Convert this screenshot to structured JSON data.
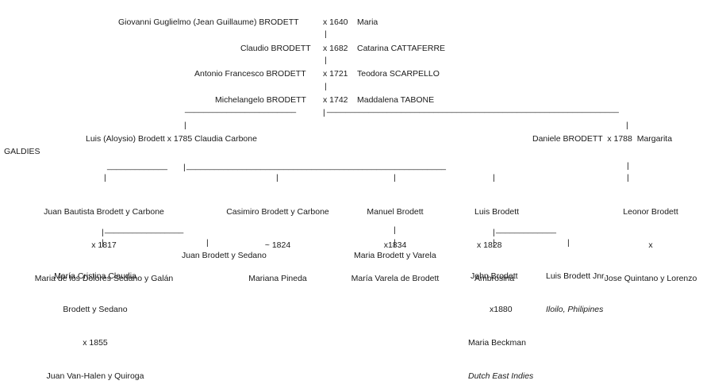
{
  "gen1": {
    "name": "Giovanni Guglielmo (Jean Guillaume) BRODETT",
    "marriage": "x 1640",
    "spouse": "Maria"
  },
  "gen2": {
    "name": "Claudio BRODETT",
    "marriage": "x 1682",
    "spouse": "Catarina CATTAFERRE"
  },
  "gen3": {
    "name": "Antonio Francesco BRODETT",
    "marriage": "x 1721",
    "spouse": "Teodora SCARPELLO"
  },
  "gen4": {
    "name": "Michelangelo BRODETT",
    "marriage": "x 1742",
    "spouse": "Maddalena TABONE"
  },
  "gen5": {
    "luis": {
      "text": "Luis (Aloysio) Brodett x 1785 Claudia Carbone",
      "cont": "GALDIES"
    },
    "daniele": {
      "text": "Daniele BRODETT  x 1788  Margarita"
    }
  },
  "gen6": [
    {
      "lines": [
        "Juan Bautista Brodett y Carbone",
        "x 1817",
        "Maria de los Dolores Sedano y Galán"
      ]
    },
    {
      "lines": [
        "Casimiro Brodett y Carbone",
        "~ 1824",
        "Mariana Pineda"
      ]
    },
    {
      "lines": [
        "Manuel Brodett",
        "x1834",
        "María Varela de Brodett"
      ]
    },
    {
      "lines": [
        "Luis Brodett",
        "x 1828",
        "Ambrosina"
      ]
    },
    {
      "lines": [
        "Leonor Brodett",
        "x",
        "Jose Quintano y Lorenzo"
      ]
    }
  ],
  "gen7": {
    "maria_cristina": {
      "lines": [
        "María Cristina Claudia",
        "Brodett y Sedano",
        "x 1855",
        "Juan Van-Halen y Quiroga"
      ]
    },
    "juan": "Juan Brodett y Sedano",
    "maria_varela": "Maria Brodett y Varela",
    "john": {
      "lines": [
        "John Brodett",
        "x1880",
        "Maria Beckman",
        "Dutch East Indies"
      ]
    },
    "luis_jnr": {
      "lines": [
        "Luis Brodett Jnr.",
        "Iloilo, Philipines"
      ]
    }
  },
  "connectors": {
    "bar": "|",
    "top_rule_left": "________________________",
    "top_rule_right": "_______________________________________________________________",
    "mid_rule_left": "_____________",
    "mid_rule_right": "________________________________________________________",
    "juan_rule": "_________________",
    "luis_rule": "_____________"
  }
}
